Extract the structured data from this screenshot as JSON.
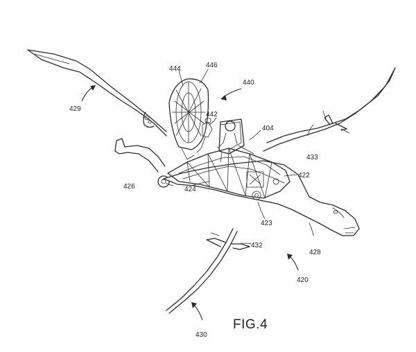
{
  "figure": {
    "caption": "FIG.4"
  },
  "reference_numerals": {
    "n404": "404",
    "n420": "420",
    "n422": "422",
    "n423": "423",
    "n424": "424",
    "n426": "426",
    "n428": "428",
    "n429": "429",
    "n430": "430",
    "n432": "432",
    "n433": "433",
    "n440": "440",
    "n442": "442",
    "n444": "444",
    "n446": "446"
  }
}
